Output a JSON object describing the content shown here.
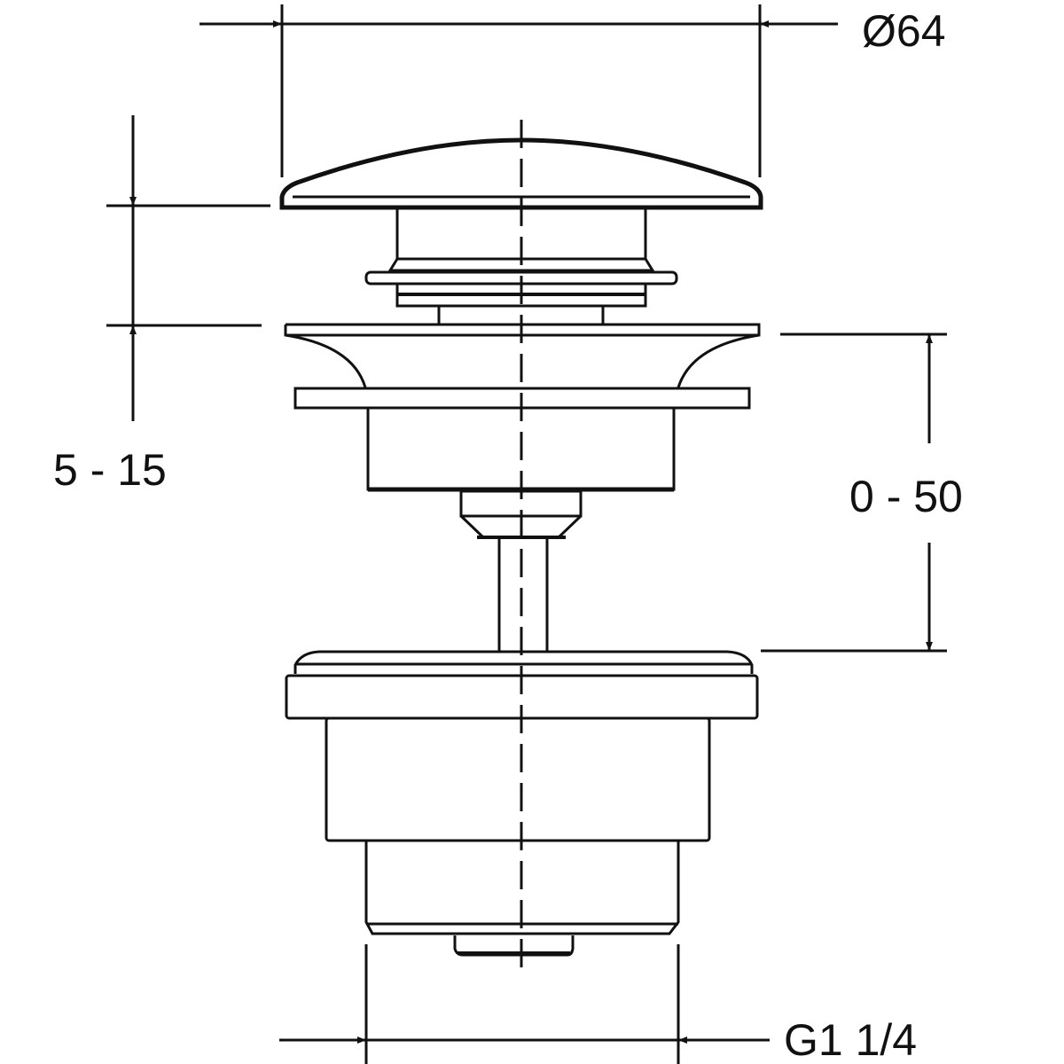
{
  "drawing": {
    "title": "Pop-up waste valve dimension drawing",
    "line_color": "#111111",
    "background": "#ffffff"
  },
  "dimensions": {
    "cap_diameter": "Ø64",
    "cap_lift": "5 - 15",
    "basin_thickness": "0 - 50",
    "thread": "G1 1/4"
  }
}
